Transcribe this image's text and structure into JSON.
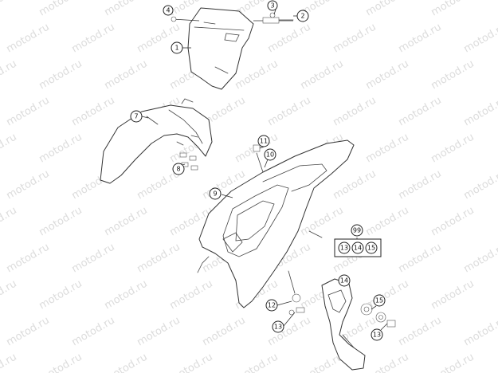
{
  "watermark": "motod.ru",
  "callouts": {
    "c1": "1",
    "c2": "2",
    "c3": "3",
    "c4": "4",
    "c7": "7",
    "c8": "8",
    "c9": "9",
    "c10": "10",
    "c11": "11",
    "c12": "12",
    "c13a": "13",
    "c13b": "13",
    "c14": "14",
    "c15": "15",
    "kit": "99",
    "kit13": "13",
    "kit14": "14",
    "kit15": "15"
  }
}
